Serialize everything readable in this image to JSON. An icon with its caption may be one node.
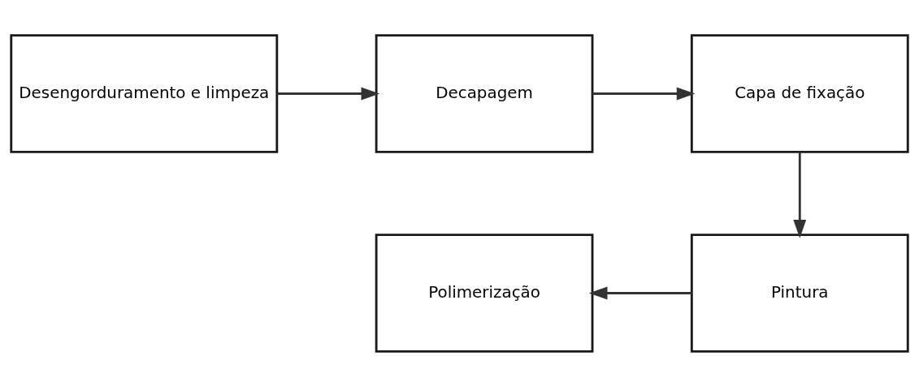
{
  "diagram": {
    "nodes": [
      {
        "text": [
          "Desengorduramento e limpeza"
        ]
      },
      {
        "text": [
          "Decapagem"
        ]
      },
      {
        "text": [
          "Capa de fixação"
        ]
      },
      {
        "text": [
          "Polimerização"
        ]
      },
      {
        "text": [
          "Pintura"
        ]
      }
    ],
    "edges": [
      {
        "from": 0,
        "to": 1,
        "arrow": "to"
      },
      {
        "from": 1,
        "to": 2,
        "arrow": "to"
      },
      {
        "from": 2,
        "to": 4,
        "arrow": "to"
      },
      {
        "from": 4,
        "to": 3,
        "arrow": "to"
      }
    ]
  }
}
